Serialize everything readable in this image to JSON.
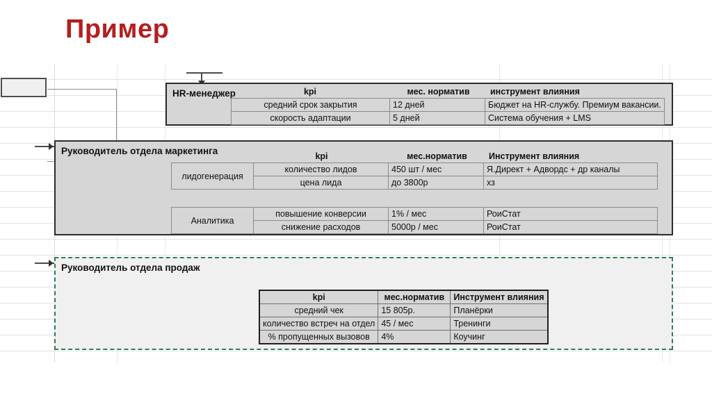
{
  "slide": {
    "title": "Пример",
    "title_color": "#b31f1f"
  },
  "blocks": [
    {
      "name": "hr",
      "title": "HR-менеджер",
      "headers": {
        "kpi": "kpi",
        "norm": "мес. норматив",
        "tool": "инструмент влияния"
      },
      "rows": [
        {
          "kpi": "средний срок закрытия",
          "norm": "12 дней",
          "tool": "Бюджет на HR-службу. Премиум вакансии."
        },
        {
          "kpi": "скорость адаптации",
          "norm": "5 дней",
          "tool": "Система обучения + LMS"
        }
      ]
    },
    {
      "name": "marketing",
      "title": "Руководитель отдела маркетинга",
      "headers": {
        "kpi": "kpi",
        "norm": "мес.норматив",
        "tool": "Инструмент влияния"
      },
      "groups": [
        {
          "label": "лидогенерация",
          "rows": [
            {
              "kpi": "количество лидов",
              "norm": "450 шт / мес",
              "tool": "Я.Директ + Адвордс + др каналы"
            },
            {
              "kpi": "цена лида",
              "norm": "до 3800р",
              "tool": "хз"
            }
          ]
        },
        {
          "label": "Аналитика",
          "rows": [
            {
              "kpi": "повышение конверсии",
              "norm": "1% / мес",
              "tool": "РоиСтат"
            },
            {
              "kpi": "снижение расходов",
              "norm": "5000р / мес",
              "tool": "РоиСтат"
            }
          ]
        }
      ]
    },
    {
      "name": "sales",
      "title": "Руководитель отдела продаж",
      "headers": {
        "kpi": "kpi",
        "norm": "мес.норматив",
        "tool": "Инструмент влияния"
      },
      "rows": [
        {
          "kpi": "средний чек",
          "norm": "15 805р.",
          "tool": "Планёрки"
        },
        {
          "kpi": "количество встреч на отдел",
          "norm": "45 / мес",
          "tool": "Тренинги"
        },
        {
          "kpi": "% пропущенных вызовов",
          "norm": "4%",
          "tool": "Коучинг"
        }
      ]
    }
  ]
}
